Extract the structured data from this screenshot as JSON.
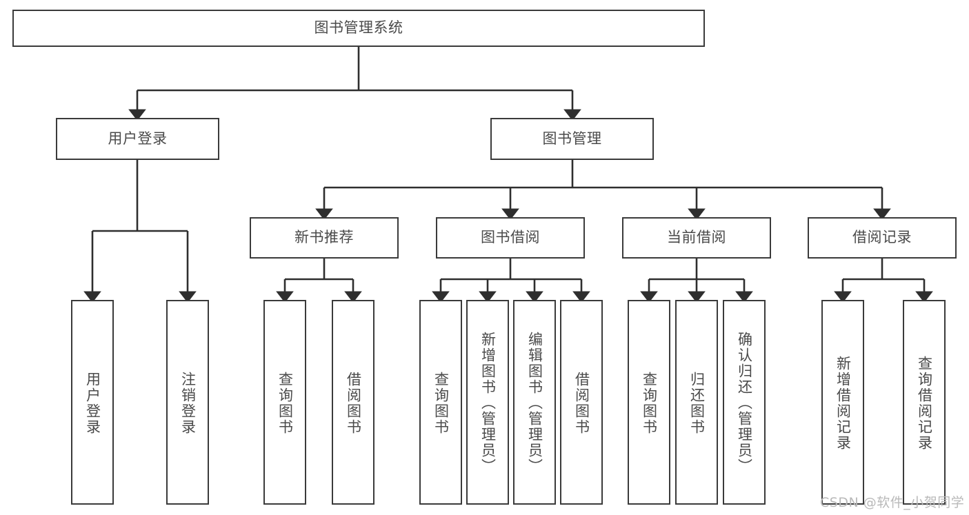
{
  "diagram": {
    "title": "图书管理系统",
    "type": "hierarchy-tree",
    "root": {
      "id": "root",
      "label": "图书管理系统"
    },
    "level2": [
      {
        "id": "user-login",
        "label": "用户登录"
      },
      {
        "id": "book-manage",
        "label": "图书管理"
      }
    ],
    "level3": [
      {
        "id": "new-book-rec",
        "label": "新书推荐",
        "parent": "book-manage"
      },
      {
        "id": "book-borrow",
        "label": "图书借阅",
        "parent": "book-manage"
      },
      {
        "id": "current-borrow",
        "label": "当前借阅",
        "parent": "book-manage"
      },
      {
        "id": "borrow-record",
        "label": "借阅记录",
        "parent": "book-manage"
      }
    ],
    "leaves": [
      {
        "id": "leaf-user-login",
        "label": "用户登录",
        "parent": "user-login"
      },
      {
        "id": "leaf-logout",
        "label": "注销登录",
        "parent": "user-login"
      },
      {
        "id": "leaf-query-book-1",
        "label": "查询图书",
        "parent": "new-book-rec"
      },
      {
        "id": "leaf-borrow-book-1",
        "label": "借阅图书",
        "parent": "new-book-rec"
      },
      {
        "id": "leaf-query-book-2",
        "label": "查询图书",
        "parent": "book-borrow"
      },
      {
        "id": "leaf-add-book",
        "label": "新增图书（管理员）",
        "parent": "book-borrow"
      },
      {
        "id": "leaf-edit-book",
        "label": "编辑图书（管理员）",
        "parent": "book-borrow"
      },
      {
        "id": "leaf-borrow-book-2",
        "label": "借阅图书",
        "parent": "book-borrow"
      },
      {
        "id": "leaf-query-book-3",
        "label": "查询图书",
        "parent": "current-borrow"
      },
      {
        "id": "leaf-return-book",
        "label": "归还图书",
        "parent": "current-borrow"
      },
      {
        "id": "leaf-confirm-return",
        "label": "确认归还（管理员）",
        "parent": "current-borrow"
      },
      {
        "id": "leaf-add-record",
        "label": "新增借阅记录",
        "parent": "borrow-record"
      },
      {
        "id": "leaf-query-record",
        "label": "查询借阅记录",
        "parent": "borrow-record"
      }
    ]
  },
  "watermark": {
    "text": "CSDN @软件_小贺同学"
  },
  "colors": {
    "border": "#3a3a3a",
    "text": "#4a4a4a",
    "background": "#ffffff",
    "watermark": "#b9b9b9"
  }
}
